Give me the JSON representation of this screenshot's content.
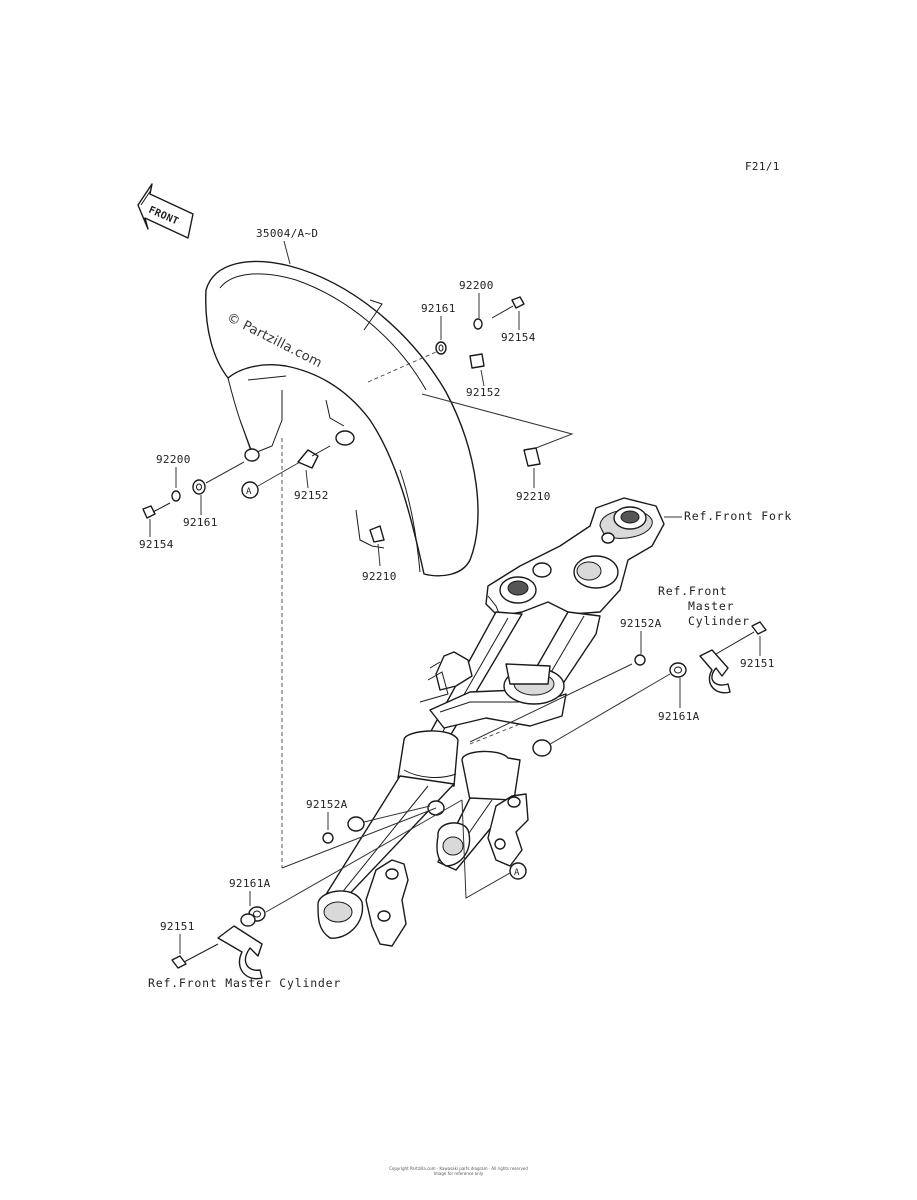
{
  "page_code": "F21/1",
  "front_arrow_label": "FRONT",
  "watermark": "© Partzilla.com",
  "callout_marker": "A",
  "labels": {
    "fender": "35004/A~D",
    "nut_top": "92161",
    "washer_top": "92200",
    "bolt_top": "92154",
    "collar_top": "92152",
    "clip_right": "92210",
    "washer_left": "92200",
    "nut_left": "92161",
    "bolt_left": "92154",
    "collar_left": "92152",
    "clip_left": "92210",
    "ref_front_fork": "Ref.Front Fork",
    "ref_mc_right_1": "Ref.Front",
    "ref_mc_right_2": "Master",
    "ref_mc_right_3": "Cylinder",
    "collar_a_right": "92152A",
    "bolt_right": "92151",
    "nut_a_right": "92161A",
    "collar_a_left": "92152A",
    "nut_a_left": "92161A",
    "bolt_bottom_left": "92151",
    "ref_mc_left": "Ref.Front Master Cylinder"
  },
  "footer": {
    "line1": "Copyright Partzilla.com · Kawasaki parts diagram · All rights reserved",
    "line2": "Image for reference only"
  }
}
